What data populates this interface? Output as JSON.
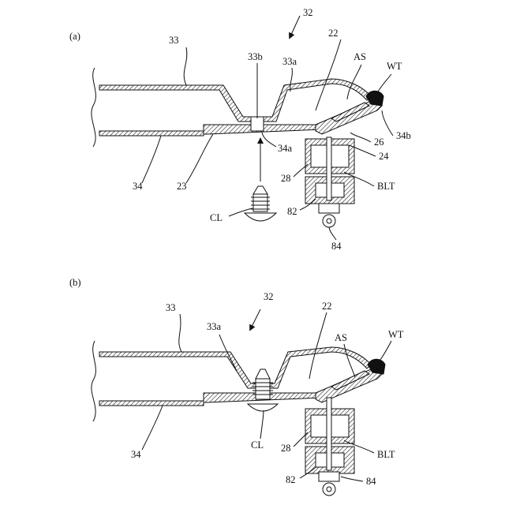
{
  "panels": [
    {
      "tag": "(a)",
      "labels": {
        "n32": "32",
        "n33": "33",
        "n33b": "33b",
        "n33a": "33a",
        "n22": "22",
        "as": "AS",
        "wt": "WT",
        "n34b": "34b",
        "n26": "26",
        "n24": "24",
        "n34a": "34a",
        "n28": "28",
        "blt": "BLT",
        "n34": "34",
        "n23": "23",
        "n82": "82",
        "cl": "CL",
        "n84": "84"
      }
    },
    {
      "tag": "(b)",
      "labels": {
        "n33": "33",
        "n32": "32",
        "n22": "22",
        "n33a": "33a",
        "as": "AS",
        "wt": "WT",
        "n34": "34",
        "cl": "CL",
        "n28": "28",
        "blt": "BLT",
        "n82": "82",
        "n84": "84"
      }
    }
  ]
}
